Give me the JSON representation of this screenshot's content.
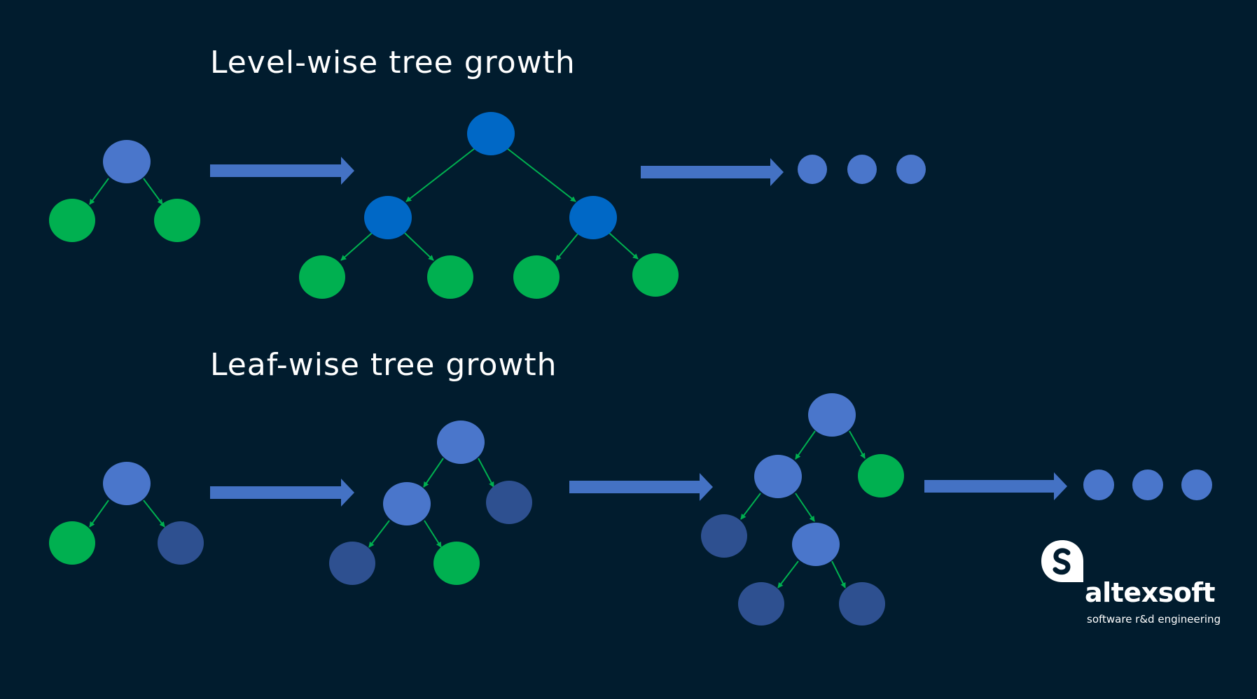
{
  "titles": {
    "level_wise": "Level-wise tree growth",
    "leaf_wise": "Leaf-wise tree growth"
  },
  "colors": {
    "background": "#011c2e",
    "node_light_blue": "#4a76cb",
    "node_bright_blue": "#0068c6",
    "node_green": "#00b050",
    "node_dark_blue": "#2e5090",
    "edge_green": "#00b050",
    "flow_arrow": "#4472c4"
  },
  "logo": {
    "name": "altexsoft",
    "tagline": "software r&d engineering"
  }
}
